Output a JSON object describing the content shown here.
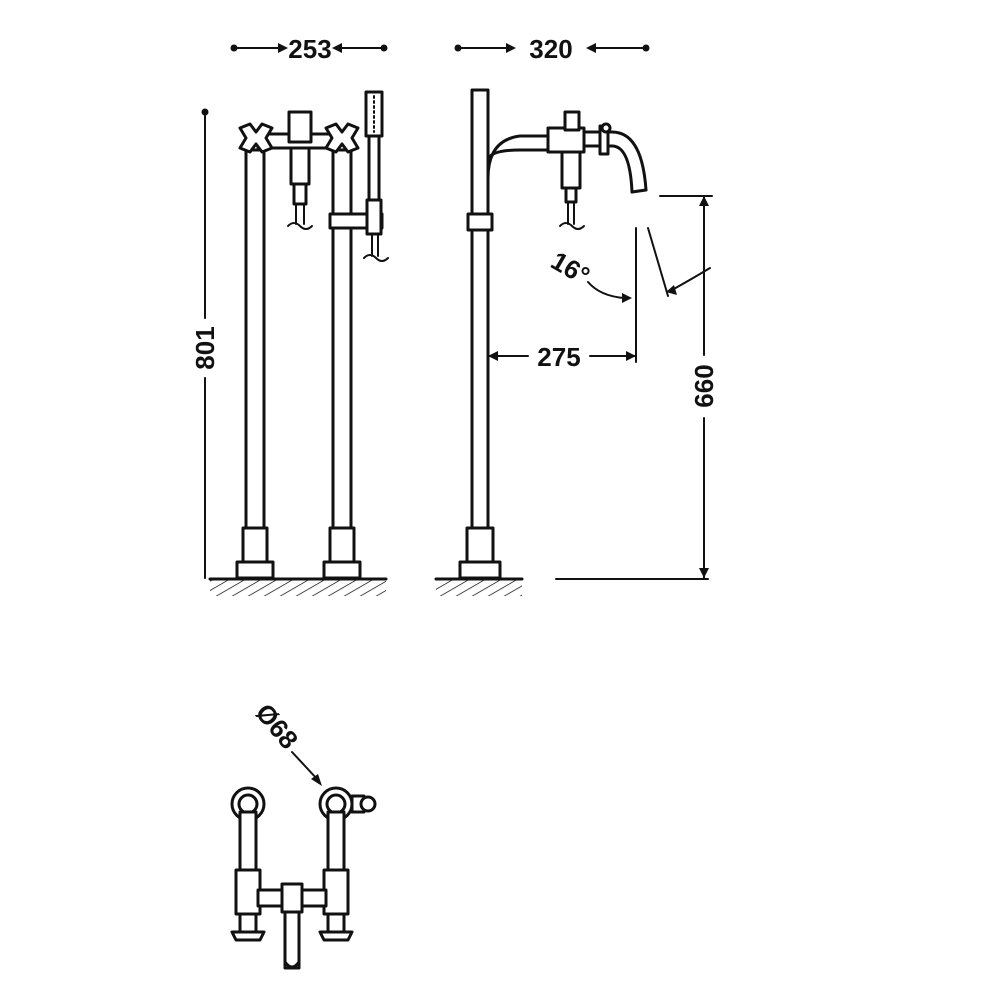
{
  "dimensions": {
    "front_width": "253",
    "side_width": "320",
    "total_height": "801",
    "spout_reach": "275",
    "spout_height": "660",
    "spout_angle": "16°",
    "base_diameter": "Ø68"
  }
}
